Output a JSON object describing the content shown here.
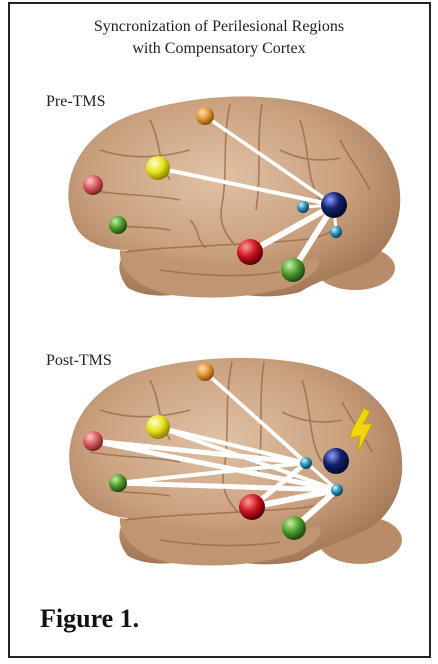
{
  "title": {
    "line1": "Syncronization of Perilesional Regions",
    "line2": "with Compensatory Cortex"
  },
  "panels": [
    {
      "label": "Pre-TMS"
    },
    {
      "label": "Post-TMS"
    }
  ],
  "figure_label": "Figure 1.",
  "colors": {
    "brain": "#c9a07e",
    "brain_dark": "#a97e5c",
    "orange_node": "#e0963a",
    "yellow_node": "#e6e21a",
    "pink_node": "#d45a5e",
    "green_node": "#4c9a2c",
    "red_node": "#c8141e",
    "navy_node": "#13216b",
    "cyan_node": "#2b8fb4",
    "bolt": "#f2d40f",
    "connection": "#ffffff"
  }
}
